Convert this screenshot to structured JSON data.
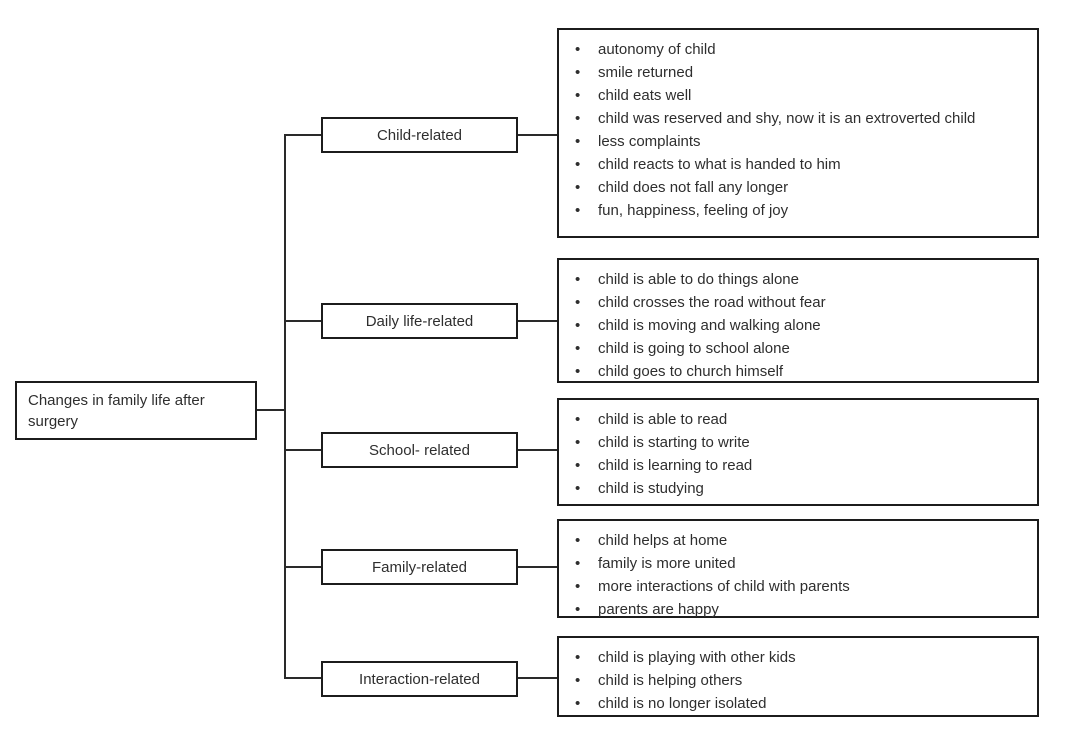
{
  "diagram": {
    "title": "Changes in family life after surgery qualitative map",
    "colors": {
      "border": "#1c1c1c",
      "text": "#2e2e2e",
      "line": "#2a2a2a",
      "background": "#ffffff"
    },
    "root": {
      "label": "Changes in family life after surgery"
    },
    "branches": [
      {
        "label": "Child-related",
        "items": [
          "autonomy of child",
          "smile returned",
          "child eats well",
          "child was reserved and shy, now it is an extroverted child",
          "less complaints",
          "child reacts to what is handed to him",
          "child does not fall any longer",
          "fun, happiness, feeling of joy"
        ]
      },
      {
        "label": "Daily life-related",
        "items": [
          "child is able to do things alone",
          "child crosses the road without fear",
          "child is moving and walking alone",
          "child is going to school alone",
          "child goes to church himself"
        ]
      },
      {
        "label": "School- related",
        "items": [
          "child is able to read",
          "child is starting to write",
          "child is learning to read",
          "child is studying"
        ]
      },
      {
        "label": "Family-related",
        "items": [
          "child helps at home",
          "family is more united",
          "more interactions of child with parents",
          "parents are happy"
        ]
      },
      {
        "label": "Interaction-related",
        "items": [
          "child is playing with other kids",
          "child is helping others",
          "child is no longer isolated"
        ]
      }
    ]
  }
}
